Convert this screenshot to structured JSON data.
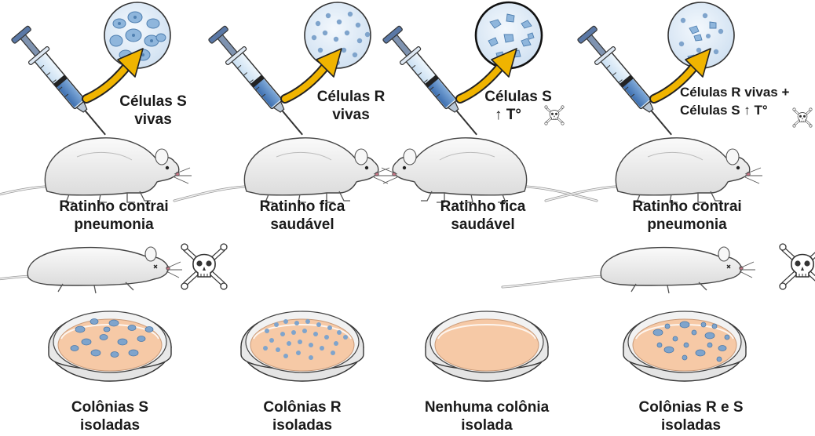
{
  "colors": {
    "injected_cells_arrow": "#f0b400",
    "micrograph_fill": "#e3eef8",
    "cell_blue": "#6f9cc8",
    "agar": "#f6c9a6",
    "dish_rim": "#efefef",
    "outline": "#222222"
  },
  "panels": [
    {
      "injected": [
        "Células S",
        "vivas"
      ],
      "injected_skull": false,
      "micrograph_cells": "S",
      "outcome": [
        "Ratinho contrai",
        "pneumonia"
      ],
      "mouse_dies": true,
      "culture": [
        "Colônias S",
        "isoladas"
      ],
      "colonies": "S"
    },
    {
      "injected": [
        "Células R",
        "vivas"
      ],
      "injected_skull": false,
      "micrograph_cells": "R",
      "outcome": [
        "Ratinho fica",
        "saudável"
      ],
      "mouse_dies": false,
      "culture": [
        "Colônias R",
        "isoladas"
      ],
      "colonies": "R"
    },
    {
      "injected": [
        "Células S",
        "↑ T°"
      ],
      "injected_skull": true,
      "micrograph_cells": "dead-S",
      "outcome": [
        "Ratinho fica",
        "saudável"
      ],
      "mouse_dies": false,
      "culture": [
        "Nenhuma colônia",
        "isolada"
      ],
      "colonies": "none"
    },
    {
      "injected": [
        "Células R vivas +",
        "Células S  ↑ T°"
      ],
      "injected_skull": true,
      "micrograph_cells": "mixed",
      "outcome": [
        "Ratinho contrai",
        "pneumonia"
      ],
      "mouse_dies": true,
      "culture": [
        "Colônias R e S",
        "isoladas"
      ],
      "colonies": "mixed"
    }
  ],
  "icons": [
    "syringe-icon",
    "micrograph-icon",
    "arrow-icon",
    "mouse-icon",
    "dead-mouse-icon",
    "skull-crossbones-icon",
    "petri-dish-icon"
  ]
}
